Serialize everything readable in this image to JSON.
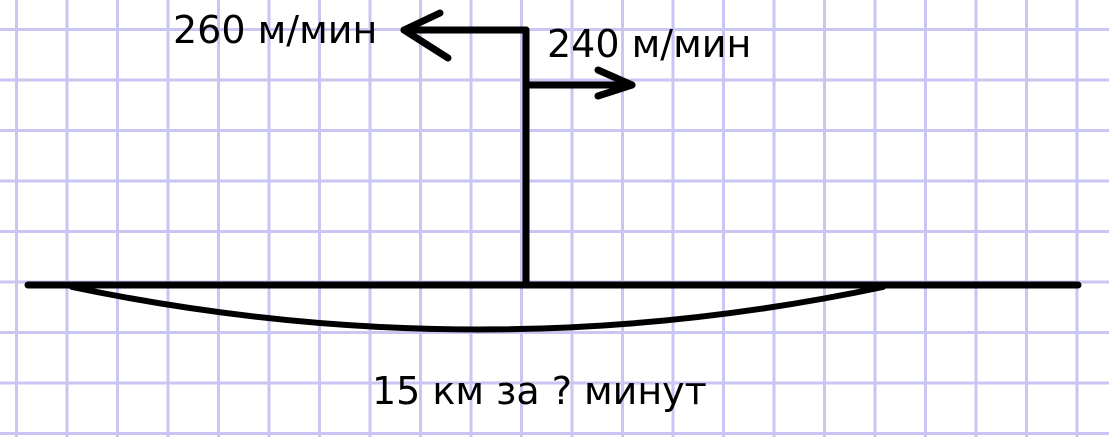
{
  "diagram": {
    "left_speed_label": "260 м/мин",
    "right_speed_label": "240 м/мин",
    "distance_label": "15 км за ? минут"
  }
}
